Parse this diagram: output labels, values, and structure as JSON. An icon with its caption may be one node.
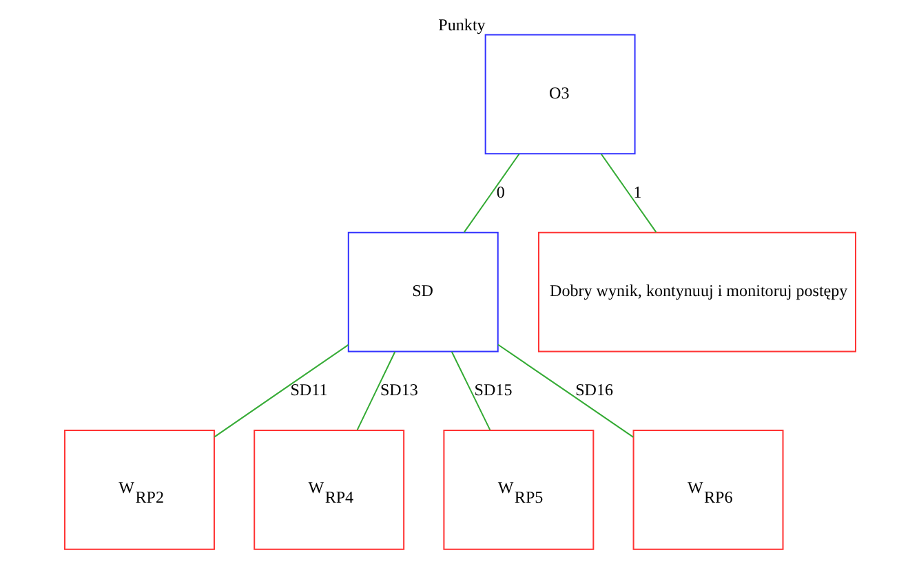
{
  "diagram": {
    "nodes": [
      {
        "text": [
          "O3"
        ],
        "beside": [
          "Punkty"
        ]
      },
      {
        "text": [
          "SD"
        ]
      },
      {
        "text": [
          "Dobry wynik, kontynuuj i monitoruj postępy"
        ]
      },
      {
        "text": [
          "W$_{RP2}$"
        ]
      },
      {
        "text": [
          "W$_{RP4}$"
        ]
      },
      {
        "text": [
          "W$_{RP5}$"
        ]
      },
      {
        "text": [
          "W$_{RP6}$"
        ]
      }
    ],
    "edges": [
      {
        "from": 0,
        "to": 1,
        "arrow": "none",
        "label": "0"
      },
      {
        "from": 0,
        "to": 2,
        "arrow": "none",
        "label": "1"
      },
      {
        "from": 1,
        "to": 3,
        "arrow": "none",
        "label": "SD11"
      },
      {
        "from": 1,
        "to": 4,
        "arrow": "none",
        "label": "SD13"
      },
      {
        "from": 1,
        "to": 5,
        "arrow": "none",
        "label": "SD15"
      },
      {
        "from": 1,
        "to": 6,
        "arrow": "none",
        "label": "SD16"
      }
    ]
  }
}
